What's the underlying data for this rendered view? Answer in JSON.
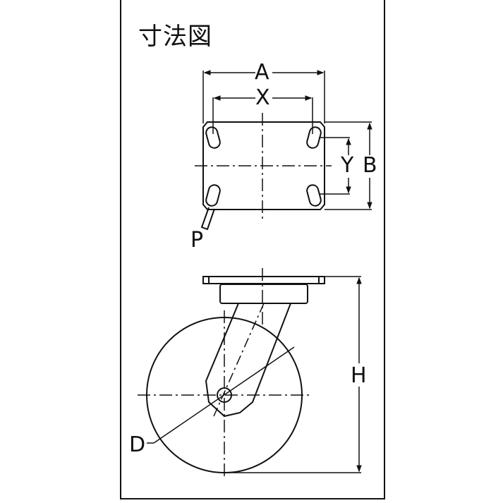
{
  "title": "寸法図",
  "labels": {
    "A": "A",
    "X": "X",
    "Y": "Y",
    "B": "B",
    "P": "P",
    "D": "D",
    "H": "H"
  },
  "colors": {
    "line": "#111111",
    "background": "#ffffff"
  }
}
